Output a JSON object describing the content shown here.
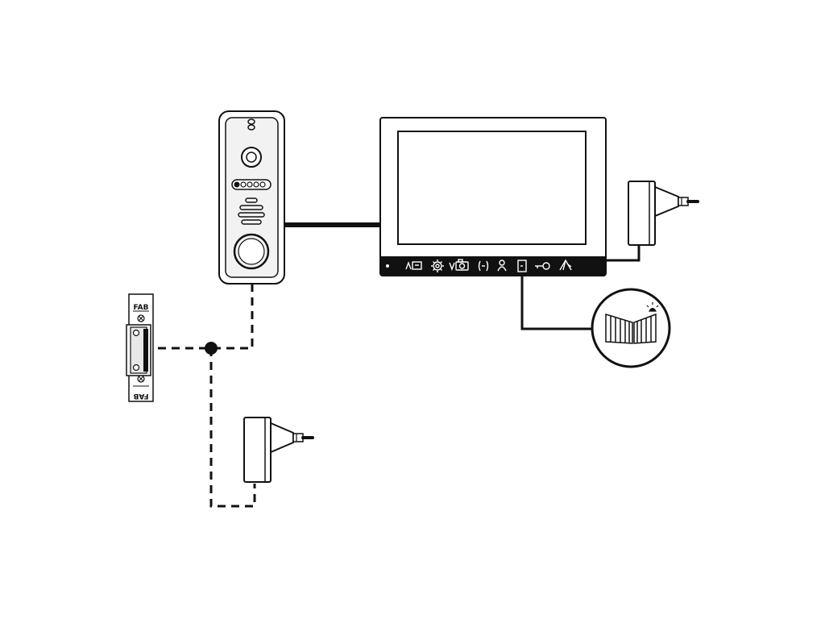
{
  "diagram": {
    "components": [
      {
        "id": "door-panel",
        "kind": "outdoor-call-panel"
      },
      {
        "id": "monitor",
        "kind": "indoor-monitor"
      },
      {
        "id": "monitor-adapter",
        "kind": "power-adapter"
      },
      {
        "id": "lock-adapter",
        "kind": "power-adapter"
      },
      {
        "id": "electric-lock",
        "kind": "electric-strike"
      },
      {
        "id": "gate",
        "kind": "gate-drive"
      }
    ],
    "lock_labels": {
      "top": "FAB",
      "bottom": "FAB"
    },
    "monitor_buttons": [
      "indicator-dot-icon",
      "mode-icon",
      "settings-icon",
      "camera-icon",
      "intercom-icon",
      "user-icon",
      "door-icon",
      "key-icon",
      "gate-icon"
    ],
    "connections": [
      {
        "from": "door-panel",
        "to": "monitor",
        "style": "solid"
      },
      {
        "from": "monitor",
        "to": "monitor-adapter",
        "style": "solid"
      },
      {
        "from": "monitor",
        "to": "gate",
        "style": "solid"
      },
      {
        "from": "door-panel",
        "to": "electric-lock",
        "style": "dashed"
      },
      {
        "from": "electric-lock",
        "to": "lock-adapter",
        "style": "dashed"
      }
    ],
    "colors": {
      "line": "#111111",
      "background": "#ffffff",
      "panel": "#f2f2f2",
      "monitor_bar": "#111111"
    }
  }
}
